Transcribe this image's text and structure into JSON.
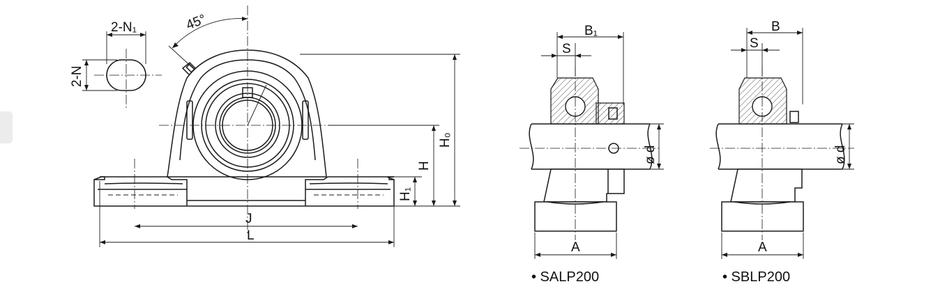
{
  "slot_view": {
    "width_label": "2-N₁",
    "height_label": "2-N"
  },
  "front_view": {
    "angle_label": "45°",
    "dimensions": {
      "j": "J",
      "l": "L",
      "h": "H",
      "h0": "H₀",
      "h1": "H₁"
    }
  },
  "side_views": [
    {
      "caption": "• SALP200",
      "dims": {
        "b": "B₁",
        "s": "S",
        "d": "ø d",
        "a": "A"
      }
    },
    {
      "caption": "• SBLP200",
      "dims": {
        "b": "B",
        "s": "S",
        "d": "ø d",
        "a": "A"
      }
    }
  ]
}
